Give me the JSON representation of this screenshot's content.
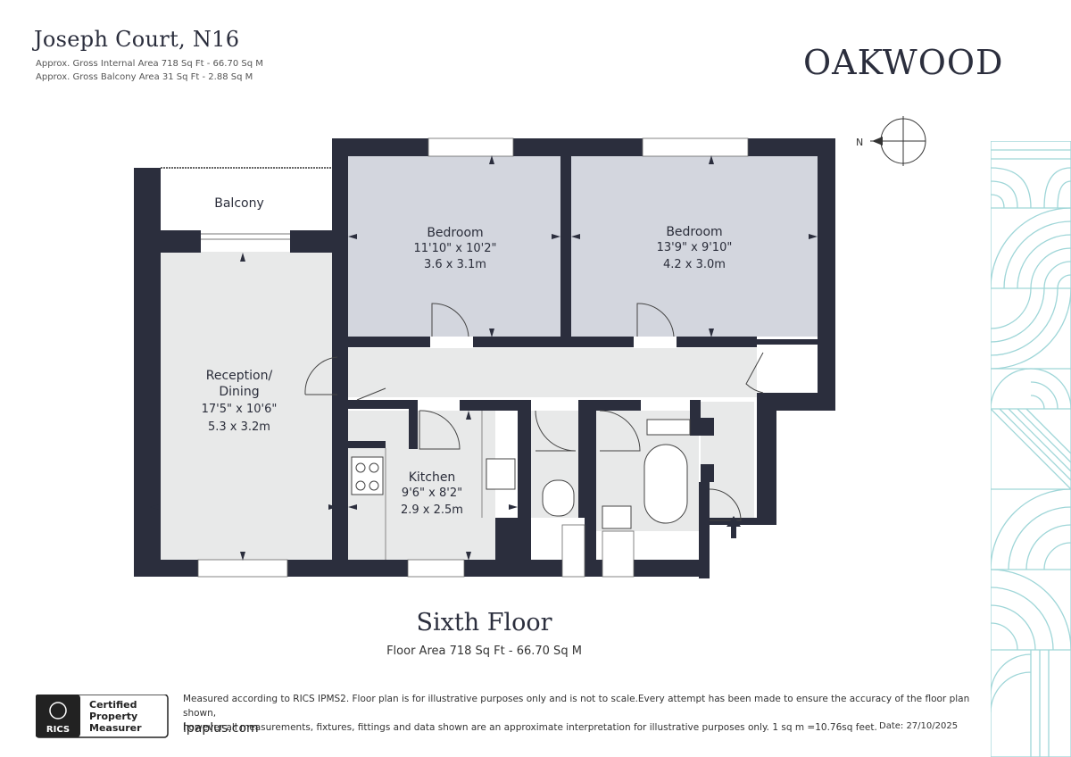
{
  "header": {
    "title": "Joseph Court, N16",
    "internal_area": "Approx. Gross Internal Area 718 Sq Ft - 66.70 Sq M",
    "balcony_area": "Approx. Gross Balcony Area 31 Sq Ft - 2.88 Sq M"
  },
  "brand": "OAKWOOD",
  "compass_label": "N",
  "rooms": {
    "balcony": {
      "name": "Balcony"
    },
    "bedroom1": {
      "name": "Bedroom",
      "imperial": "11'10\" x 10'2\"",
      "metric": "3.6 x 3.1m"
    },
    "bedroom2": {
      "name": "Bedroom",
      "imperial": "13'9\" x 9'10\"",
      "metric": "4.2 x 3.0m"
    },
    "reception": {
      "name_line1": "Reception/",
      "name_line2": "Dining",
      "imperial": "17'5\" x 10'6\"",
      "metric": "5.3 x 3.2m"
    },
    "kitchen": {
      "name": "Kitchen",
      "imperial": "9'6\" x 8'2\"",
      "metric": "2.9 x 2.5m"
    }
  },
  "floor": {
    "title": "Sixth Floor",
    "area": "Floor Area 718 Sq Ft - 66.70 Sq M"
  },
  "footer": {
    "rics_logo_text": "RICS",
    "rics_badge_line1": "Certified",
    "rics_badge_line2": "Property",
    "rics_badge_line3": "Measurer",
    "disclaimer_line1": "Measured according to RICS IPMS2. Floor plan is for illustrative purposes only and is not to scale.Every attempt has been made to ensure the accuracy of the floor plan shown,",
    "disclaimer_line2": "however all measurements, fixtures, fittings and data shown are an approximate interpretation for illustrative purposes only. 1 sq m =10.76sq feet.",
    "website": "lpaplus.com",
    "date": "Date: 27/10/2025"
  },
  "colors": {
    "wall": "#2b2e3d",
    "floor": "#e8e9e9",
    "bedroom": "#d3d6de",
    "pattern": "#9fd6d8"
  }
}
